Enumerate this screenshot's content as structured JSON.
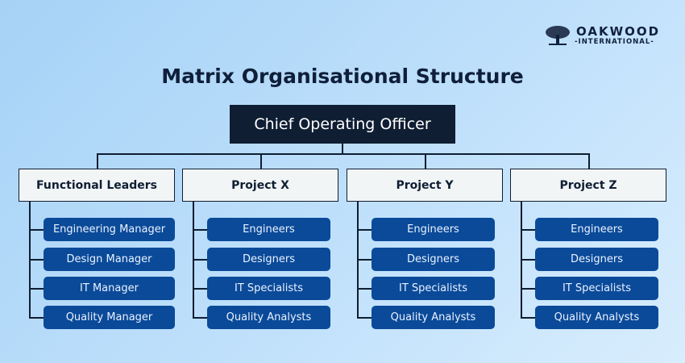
{
  "logo": {
    "name": "OAKWOOD",
    "sub": "-INTERNATIONAL-"
  },
  "title": "Matrix Organisational Structure",
  "root": "Chief Operating Officer",
  "columns": [
    {
      "label": "Functional Leaders",
      "items": [
        "Engineering Manager",
        "Design Manager",
        "IT Manager",
        "Quality Manager"
      ]
    },
    {
      "label": "Project X",
      "items": [
        "Engineers",
        "Designers",
        "IT Specialists",
        "Quality Analysts"
      ]
    },
    {
      "label": "Project Y",
      "items": [
        "Engineers",
        "Designers",
        "IT Specialists",
        "Quality Analysts"
      ]
    },
    {
      "label": "Project Z",
      "items": [
        "Engineers",
        "Designers",
        "IT Specialists",
        "Quality Analysts"
      ]
    }
  ]
}
